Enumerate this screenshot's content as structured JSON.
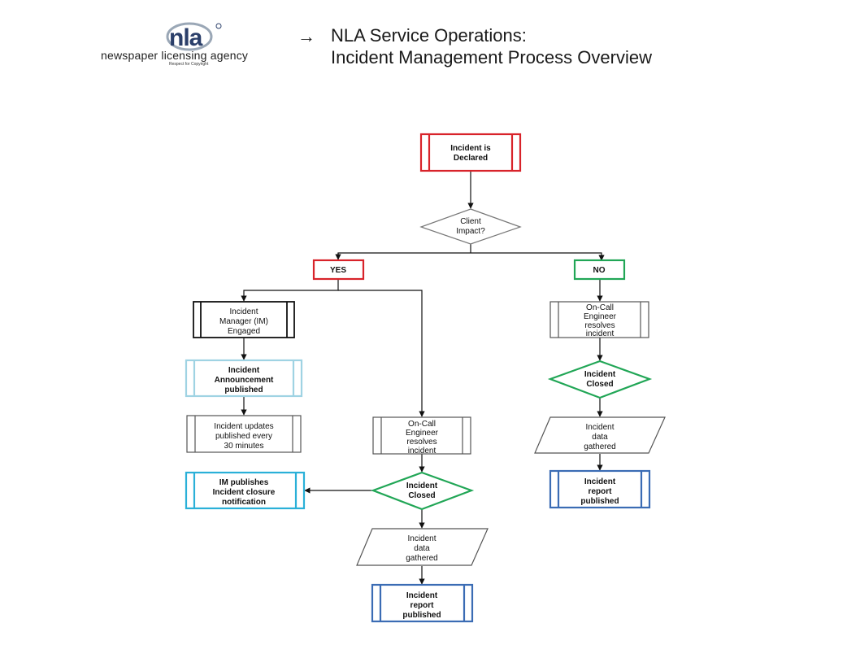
{
  "header": {
    "logo": {
      "mark": "nla",
      "name": "newspaper licensing agency",
      "tagline": "Respect for Copyright"
    },
    "arrow": "→",
    "title_line1": "NLA Service Operations:",
    "title_line2": "Incident Management Process Overview"
  },
  "colors": {
    "red": "#d8232a",
    "green": "#21a656",
    "navy": "#3b6cb4",
    "light_blue": "#9fd3e3",
    "cyan": "#2ab0d8",
    "gray": "#555555",
    "black": "#111111"
  },
  "nodes": {
    "declared": {
      "lines": [
        "Incident is",
        "Declared"
      ]
    },
    "client_impact": {
      "lines": [
        "Client",
        "Impact?"
      ]
    },
    "yes": {
      "label": "YES"
    },
    "no": {
      "label": "NO"
    },
    "im_engaged": {
      "lines": [
        "Incident",
        "Manager (IM)",
        "Engaged"
      ]
    },
    "announcement": {
      "lines": [
        "Incident",
        "Announcement",
        "published"
      ]
    },
    "updates": {
      "lines": [
        "Incident updates",
        "published every",
        "30 minutes"
      ]
    },
    "im_closure": {
      "lines": [
        "IM publishes",
        "Incident closure",
        "notification"
      ]
    },
    "oncall_left": {
      "lines": [
        "On-Call",
        "Engineer",
        "resolves",
        "incident"
      ]
    },
    "closed_left": {
      "lines": [
        "Incident",
        "Closed"
      ]
    },
    "data_left": {
      "lines": [
        "Incident",
        "data",
        "gathered"
      ]
    },
    "report_left": {
      "lines": [
        "Incident",
        "report",
        "published"
      ]
    },
    "oncall_right": {
      "lines": [
        "On-Call",
        "Engineer",
        "resolves",
        "incident"
      ]
    },
    "closed_right": {
      "lines": [
        "Incident",
        "Closed"
      ]
    },
    "data_right": {
      "lines": [
        "Incident",
        "data",
        "gathered"
      ]
    },
    "report_right": {
      "lines": [
        "Incident",
        "report",
        "published"
      ]
    }
  }
}
